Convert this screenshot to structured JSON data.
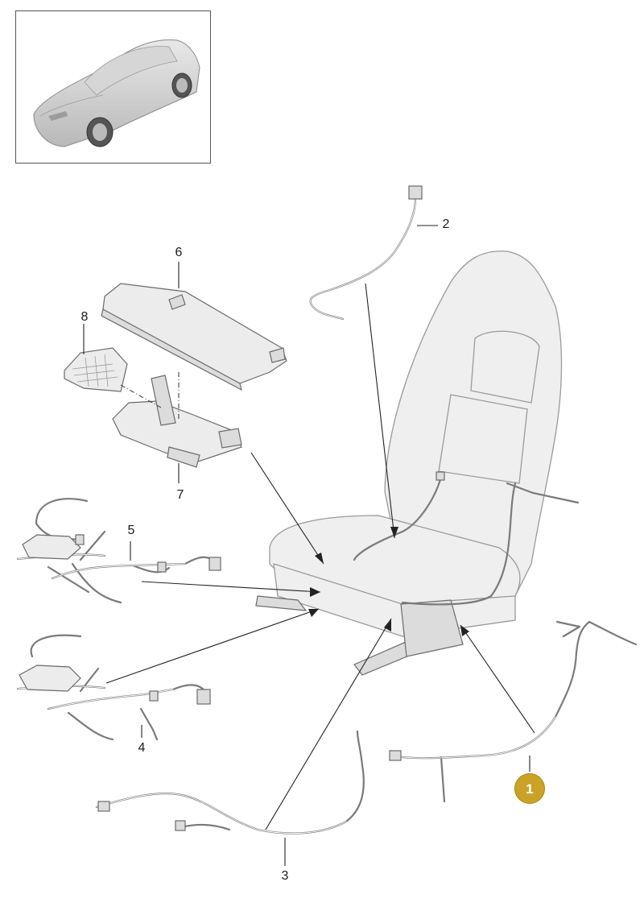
{
  "callouts": [
    {
      "id": "1",
      "label": "1",
      "highlighted": true
    },
    {
      "id": "2",
      "label": "2",
      "highlighted": false
    },
    {
      "id": "3",
      "label": "3",
      "highlighted": false
    },
    {
      "id": "4",
      "label": "4",
      "highlighted": false
    },
    {
      "id": "5",
      "label": "5",
      "highlighted": false
    },
    {
      "id": "6",
      "label": "6",
      "highlighted": false
    },
    {
      "id": "7",
      "label": "7",
      "highlighted": false
    },
    {
      "id": "8",
      "label": "8",
      "highlighted": false
    }
  ],
  "colors": {
    "highlight": "#c9a227",
    "line": "#222222",
    "part": "#ececec"
  },
  "icons": {
    "thumbnail": "sports-car-icon"
  }
}
